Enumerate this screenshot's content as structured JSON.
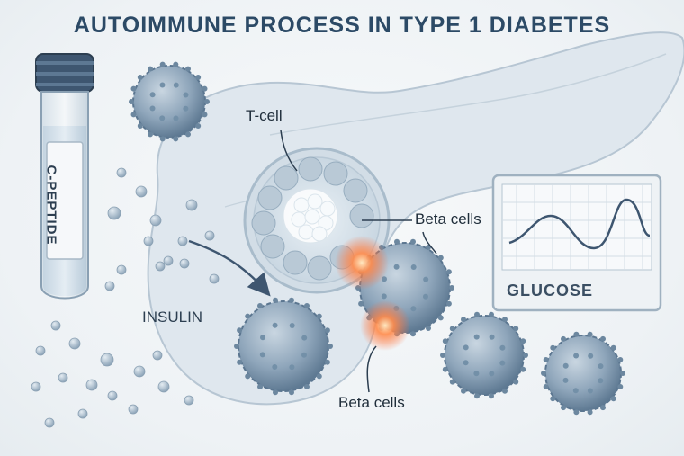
{
  "title": "AUTOIMMUNE PROCESS IN TYPE 1 DIABETES",
  "labels": {
    "t_cell": "T-cell",
    "beta_cells_top": "Beta cells",
    "beta_cells_bottom": "Beta cells",
    "insulin": "INSULIN",
    "glucose": "GLUCOSE",
    "c_peptide": "C-PEPTIDE"
  },
  "colors": {
    "title": "#2c4a66",
    "pancreas": "#dde6ed",
    "cell": "#8aa3b8",
    "inflammation": "#ff7a3d",
    "tube_cap": "#3e5670"
  }
}
